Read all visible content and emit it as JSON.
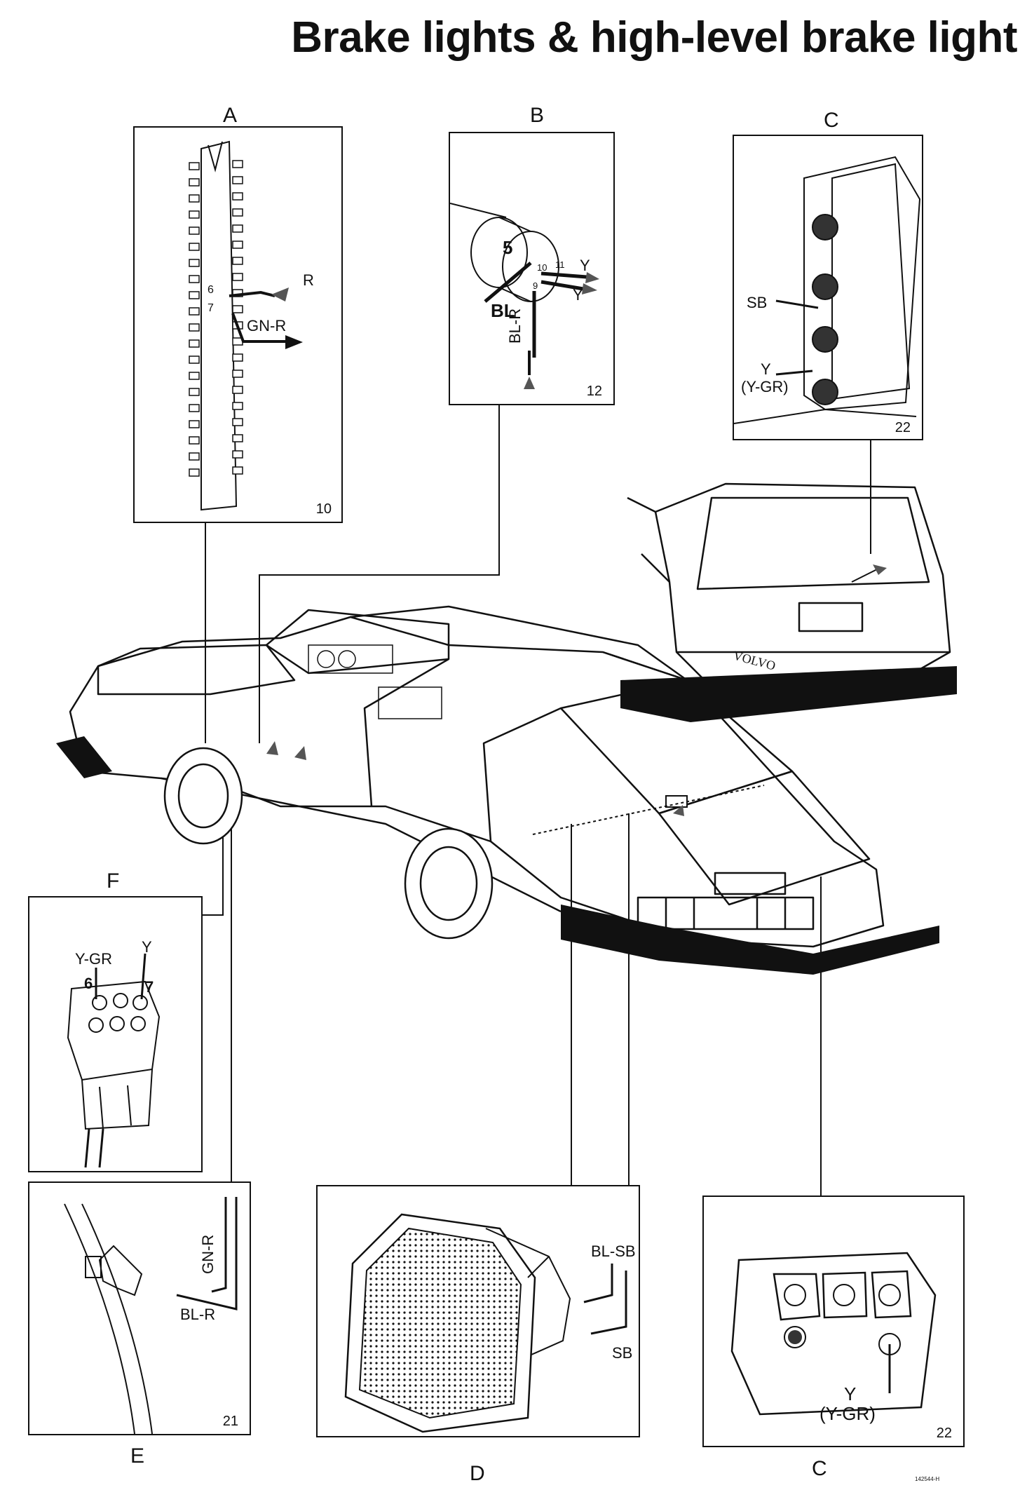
{
  "title": "Brake lights & high-level brake light",
  "panels": {
    "A": {
      "label": "A",
      "number": "10",
      "wires": [
        "R",
        "GN-R"
      ],
      "pins": [
        "6",
        "7"
      ]
    },
    "B": {
      "label": "B",
      "number": "12",
      "wires": [
        "Y",
        "Y",
        "BL",
        "BL-R"
      ],
      "pins": [
        "5",
        "10",
        "11",
        "9"
      ]
    },
    "C_top": {
      "label": "C",
      "number": "22",
      "wires": [
        "SB",
        "Y",
        "(Y-GR)"
      ]
    },
    "F": {
      "label": "F",
      "wires": [
        "Y-GR",
        "Y"
      ],
      "pins": [
        "6",
        "7"
      ]
    },
    "E": {
      "label": "E",
      "number": "21",
      "wires": [
        "GN-R",
        "BL-R"
      ]
    },
    "D": {
      "label": "D",
      "wires": [
        "BL-SB",
        "SB"
      ]
    },
    "C_bottom": {
      "label": "C",
      "number": "22",
      "wires": [
        "Y",
        "(Y-GR)"
      ]
    }
  },
  "car_badge": "VOLVO",
  "reference": "142544-H"
}
